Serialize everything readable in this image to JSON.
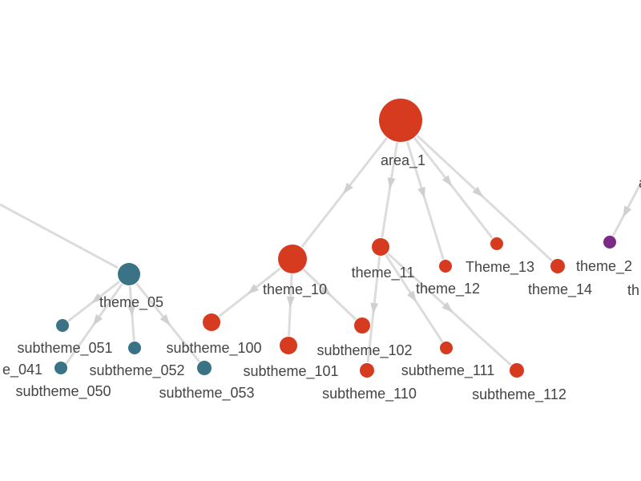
{
  "colors": {
    "area_1": "#d63a1f",
    "theme_05_group": "#3a7385",
    "theme_2_group": "#7d2a86",
    "edge": "#dcdcdc",
    "arrow": "#d0d0d0",
    "label": "#444444"
  },
  "nodes": {
    "area_1": {
      "label": "area_1",
      "group": "area_1"
    },
    "a_cut": {
      "label": "a",
      "group": "theme_2_group"
    },
    "theme_05": {
      "label": "theme_05",
      "group": "theme_05_group"
    },
    "theme_10": {
      "label": "theme_10",
      "group": "area_1"
    },
    "theme_11": {
      "label": "theme_11",
      "group": "area_1"
    },
    "theme_12": {
      "label": "theme_12",
      "group": "area_1"
    },
    "theme_13": {
      "label": "Theme_13",
      "group": "area_1"
    },
    "theme_14": {
      "label": "theme_14",
      "group": "area_1"
    },
    "theme_2": {
      "label": "theme_2",
      "group": "theme_2_group"
    },
    "th_cut": {
      "label": "th",
      "group": "theme_2_group"
    },
    "subtheme_041": {
      "label": "e_041",
      "group": "theme_05_group"
    },
    "subtheme_050": {
      "label": "subtheme_050",
      "group": "theme_05_group"
    },
    "subtheme_051": {
      "label": "subtheme_051",
      "group": "theme_05_group"
    },
    "subtheme_052": {
      "label": "subtheme_052",
      "group": "theme_05_group"
    },
    "subtheme_053": {
      "label": "subtheme_053",
      "group": "theme_05_group"
    },
    "subtheme_100": {
      "label": "subtheme_100",
      "group": "area_1"
    },
    "subtheme_101": {
      "label": "subtheme_101",
      "group": "area_1"
    },
    "subtheme_102": {
      "label": "subtheme_102",
      "group": "area_1"
    },
    "subtheme_110": {
      "label": "subtheme_110",
      "group": "area_1"
    },
    "subtheme_111": {
      "label": "subtheme_111",
      "group": "area_1"
    },
    "subtheme_112": {
      "label": "subtheme_112",
      "group": "area_1"
    }
  },
  "edges": [
    [
      "area_1",
      "theme_10"
    ],
    [
      "area_1",
      "theme_11"
    ],
    [
      "area_1",
      "theme_12"
    ],
    [
      "area_1",
      "theme_13"
    ],
    [
      "area_1",
      "theme_14"
    ],
    [
      "theme_10",
      "subtheme_100"
    ],
    [
      "theme_10",
      "subtheme_101"
    ],
    [
      "theme_10",
      "subtheme_102"
    ],
    [
      "theme_11",
      "subtheme_110"
    ],
    [
      "theme_11",
      "subtheme_111"
    ],
    [
      "theme_11",
      "subtheme_112"
    ],
    [
      "theme_05",
      "subtheme_050"
    ],
    [
      "theme_05",
      "subtheme_051"
    ],
    [
      "theme_05",
      "subtheme_052"
    ],
    [
      "theme_05",
      "subtheme_053"
    ],
    [
      "a_cut",
      "theme_2"
    ]
  ]
}
